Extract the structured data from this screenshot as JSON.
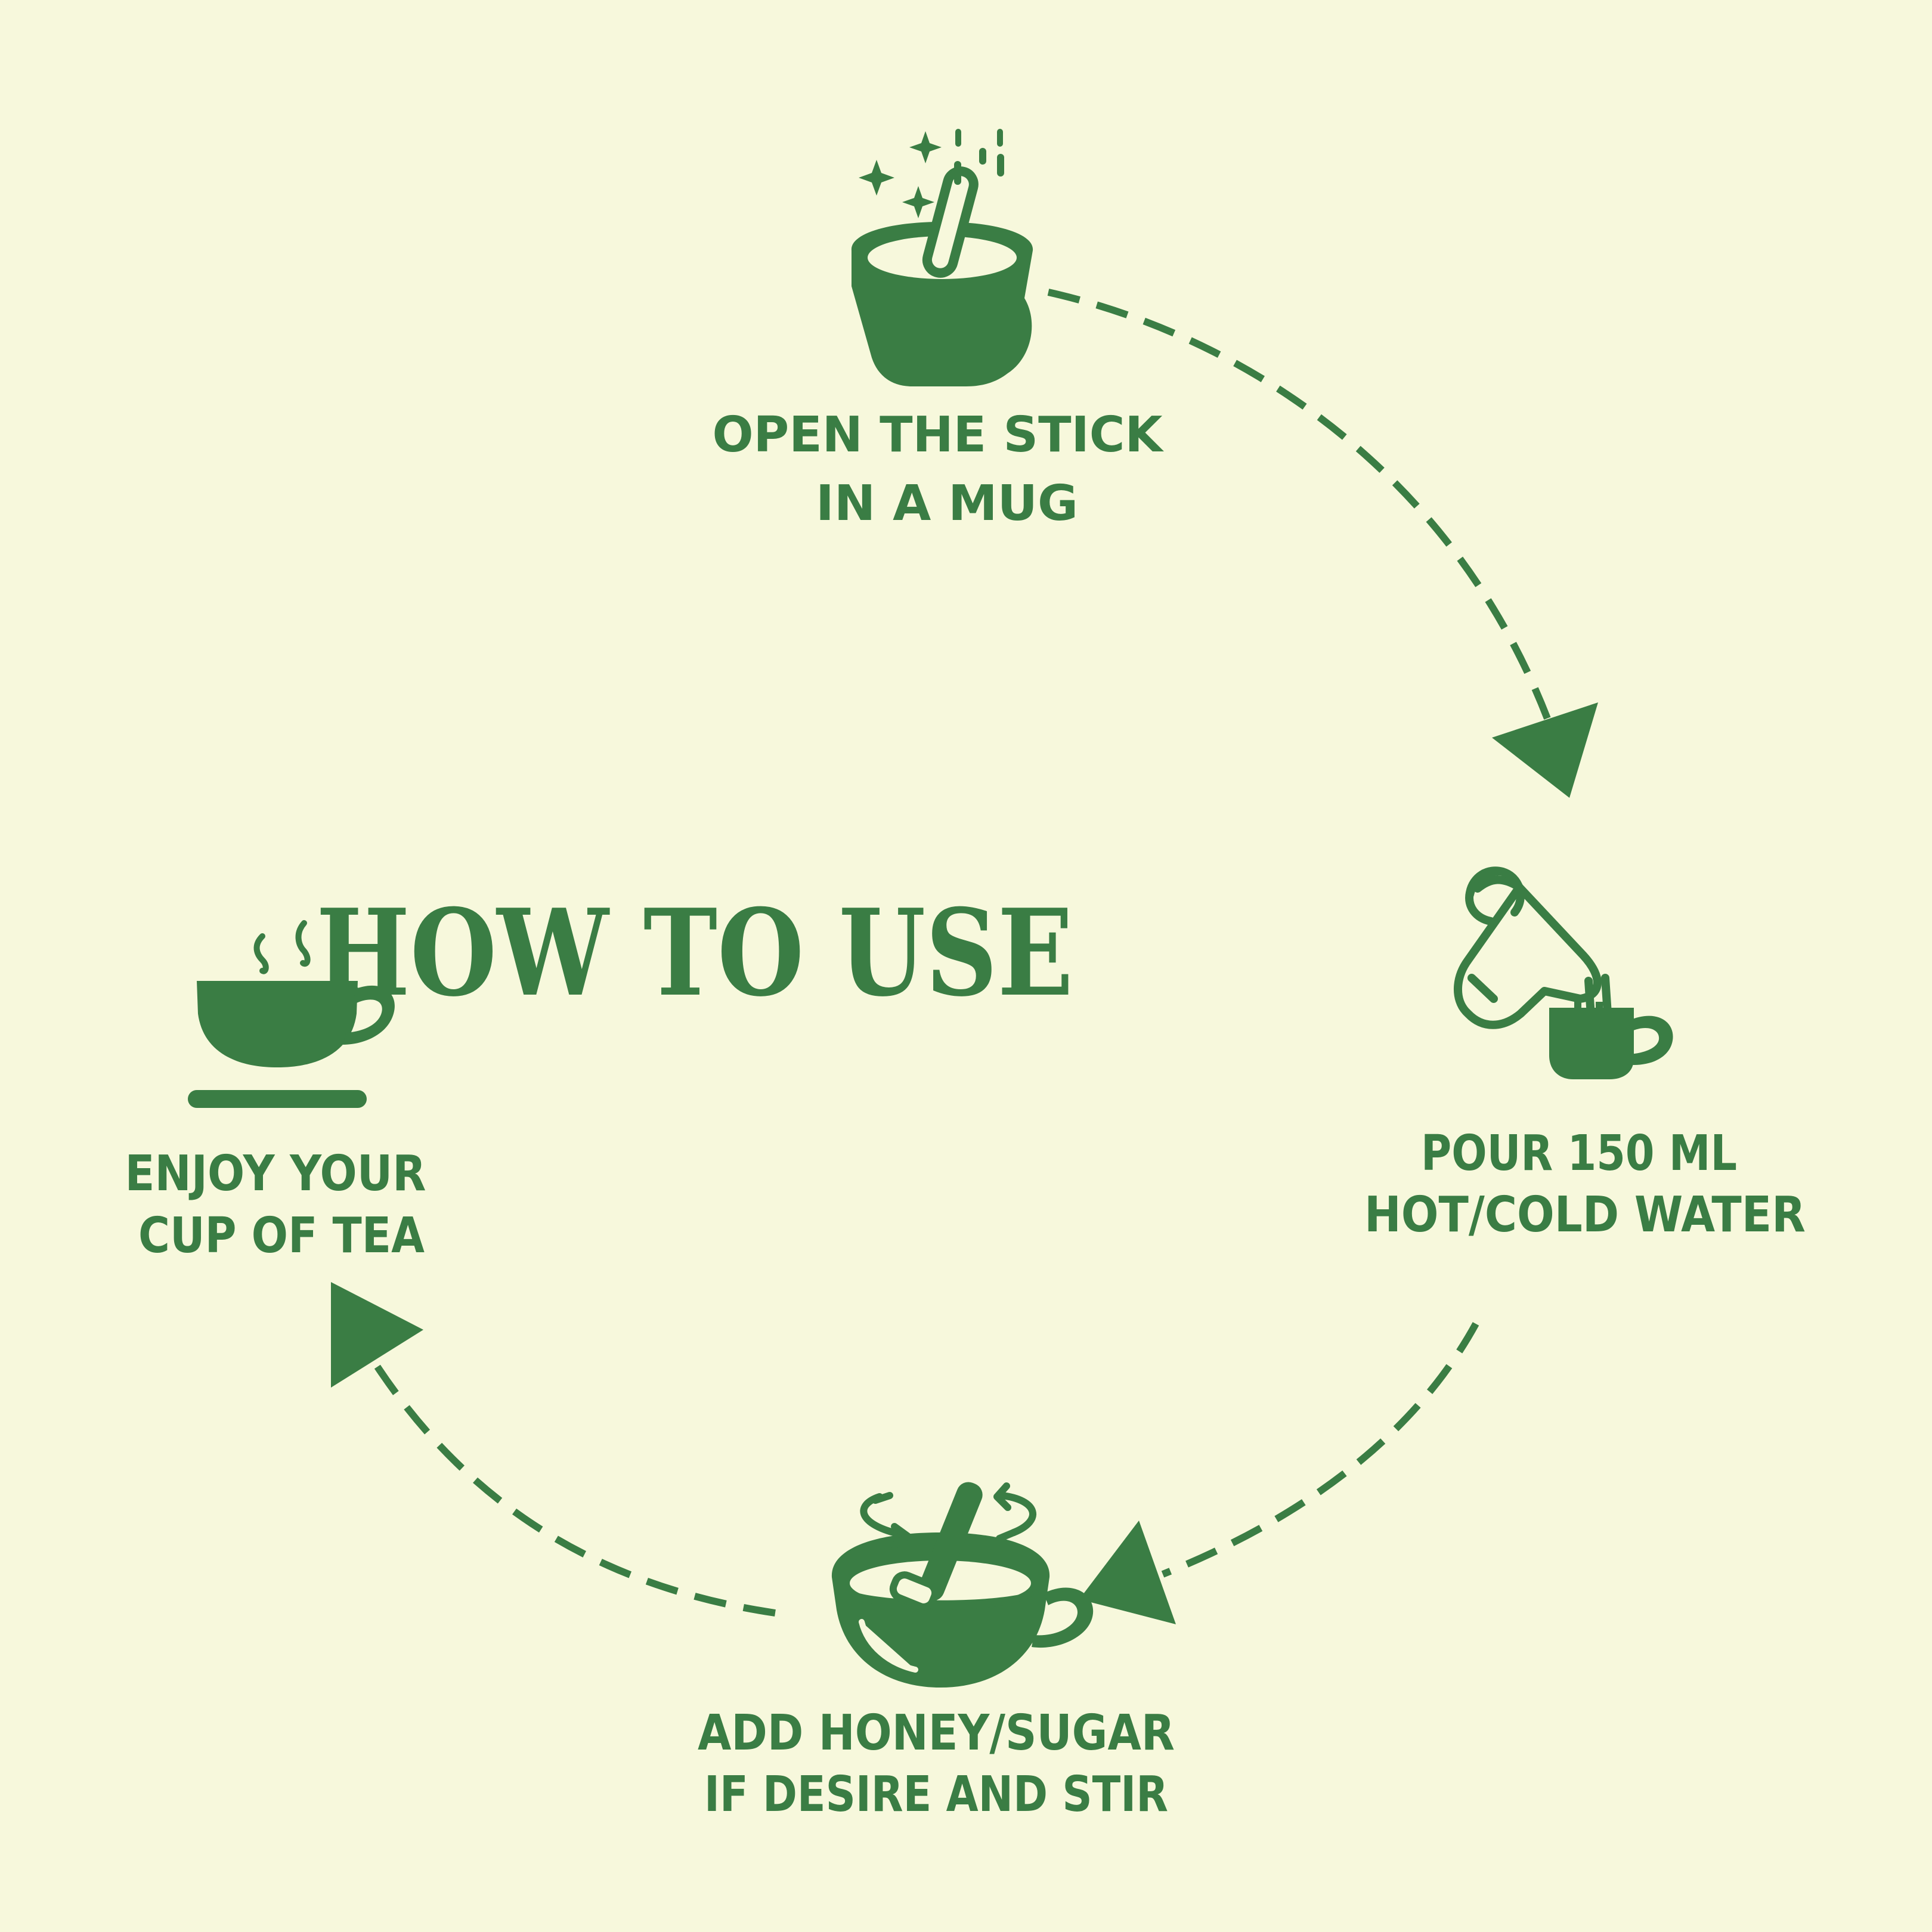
{
  "colors": {
    "background": "#f7f8dc",
    "accent": "#3a7d44"
  },
  "title": "HOW TO USE",
  "steps": [
    {
      "icon": "mug-with-stick-icon",
      "line1": "OPEN THE STICK",
      "line2": "IN A MUG"
    },
    {
      "icon": "pouring-jug-icon",
      "line1": "POUR 150 ML",
      "line2": "HOT/COLD WATER"
    },
    {
      "icon": "stirring-cup-icon",
      "line1": "ADD HONEY/SUGAR",
      "line2": "IF DESIRE AND STIR"
    },
    {
      "icon": "steaming-teacup-icon",
      "line1": "ENJOY YOUR",
      "line2": "CUP OF TEA"
    }
  ]
}
